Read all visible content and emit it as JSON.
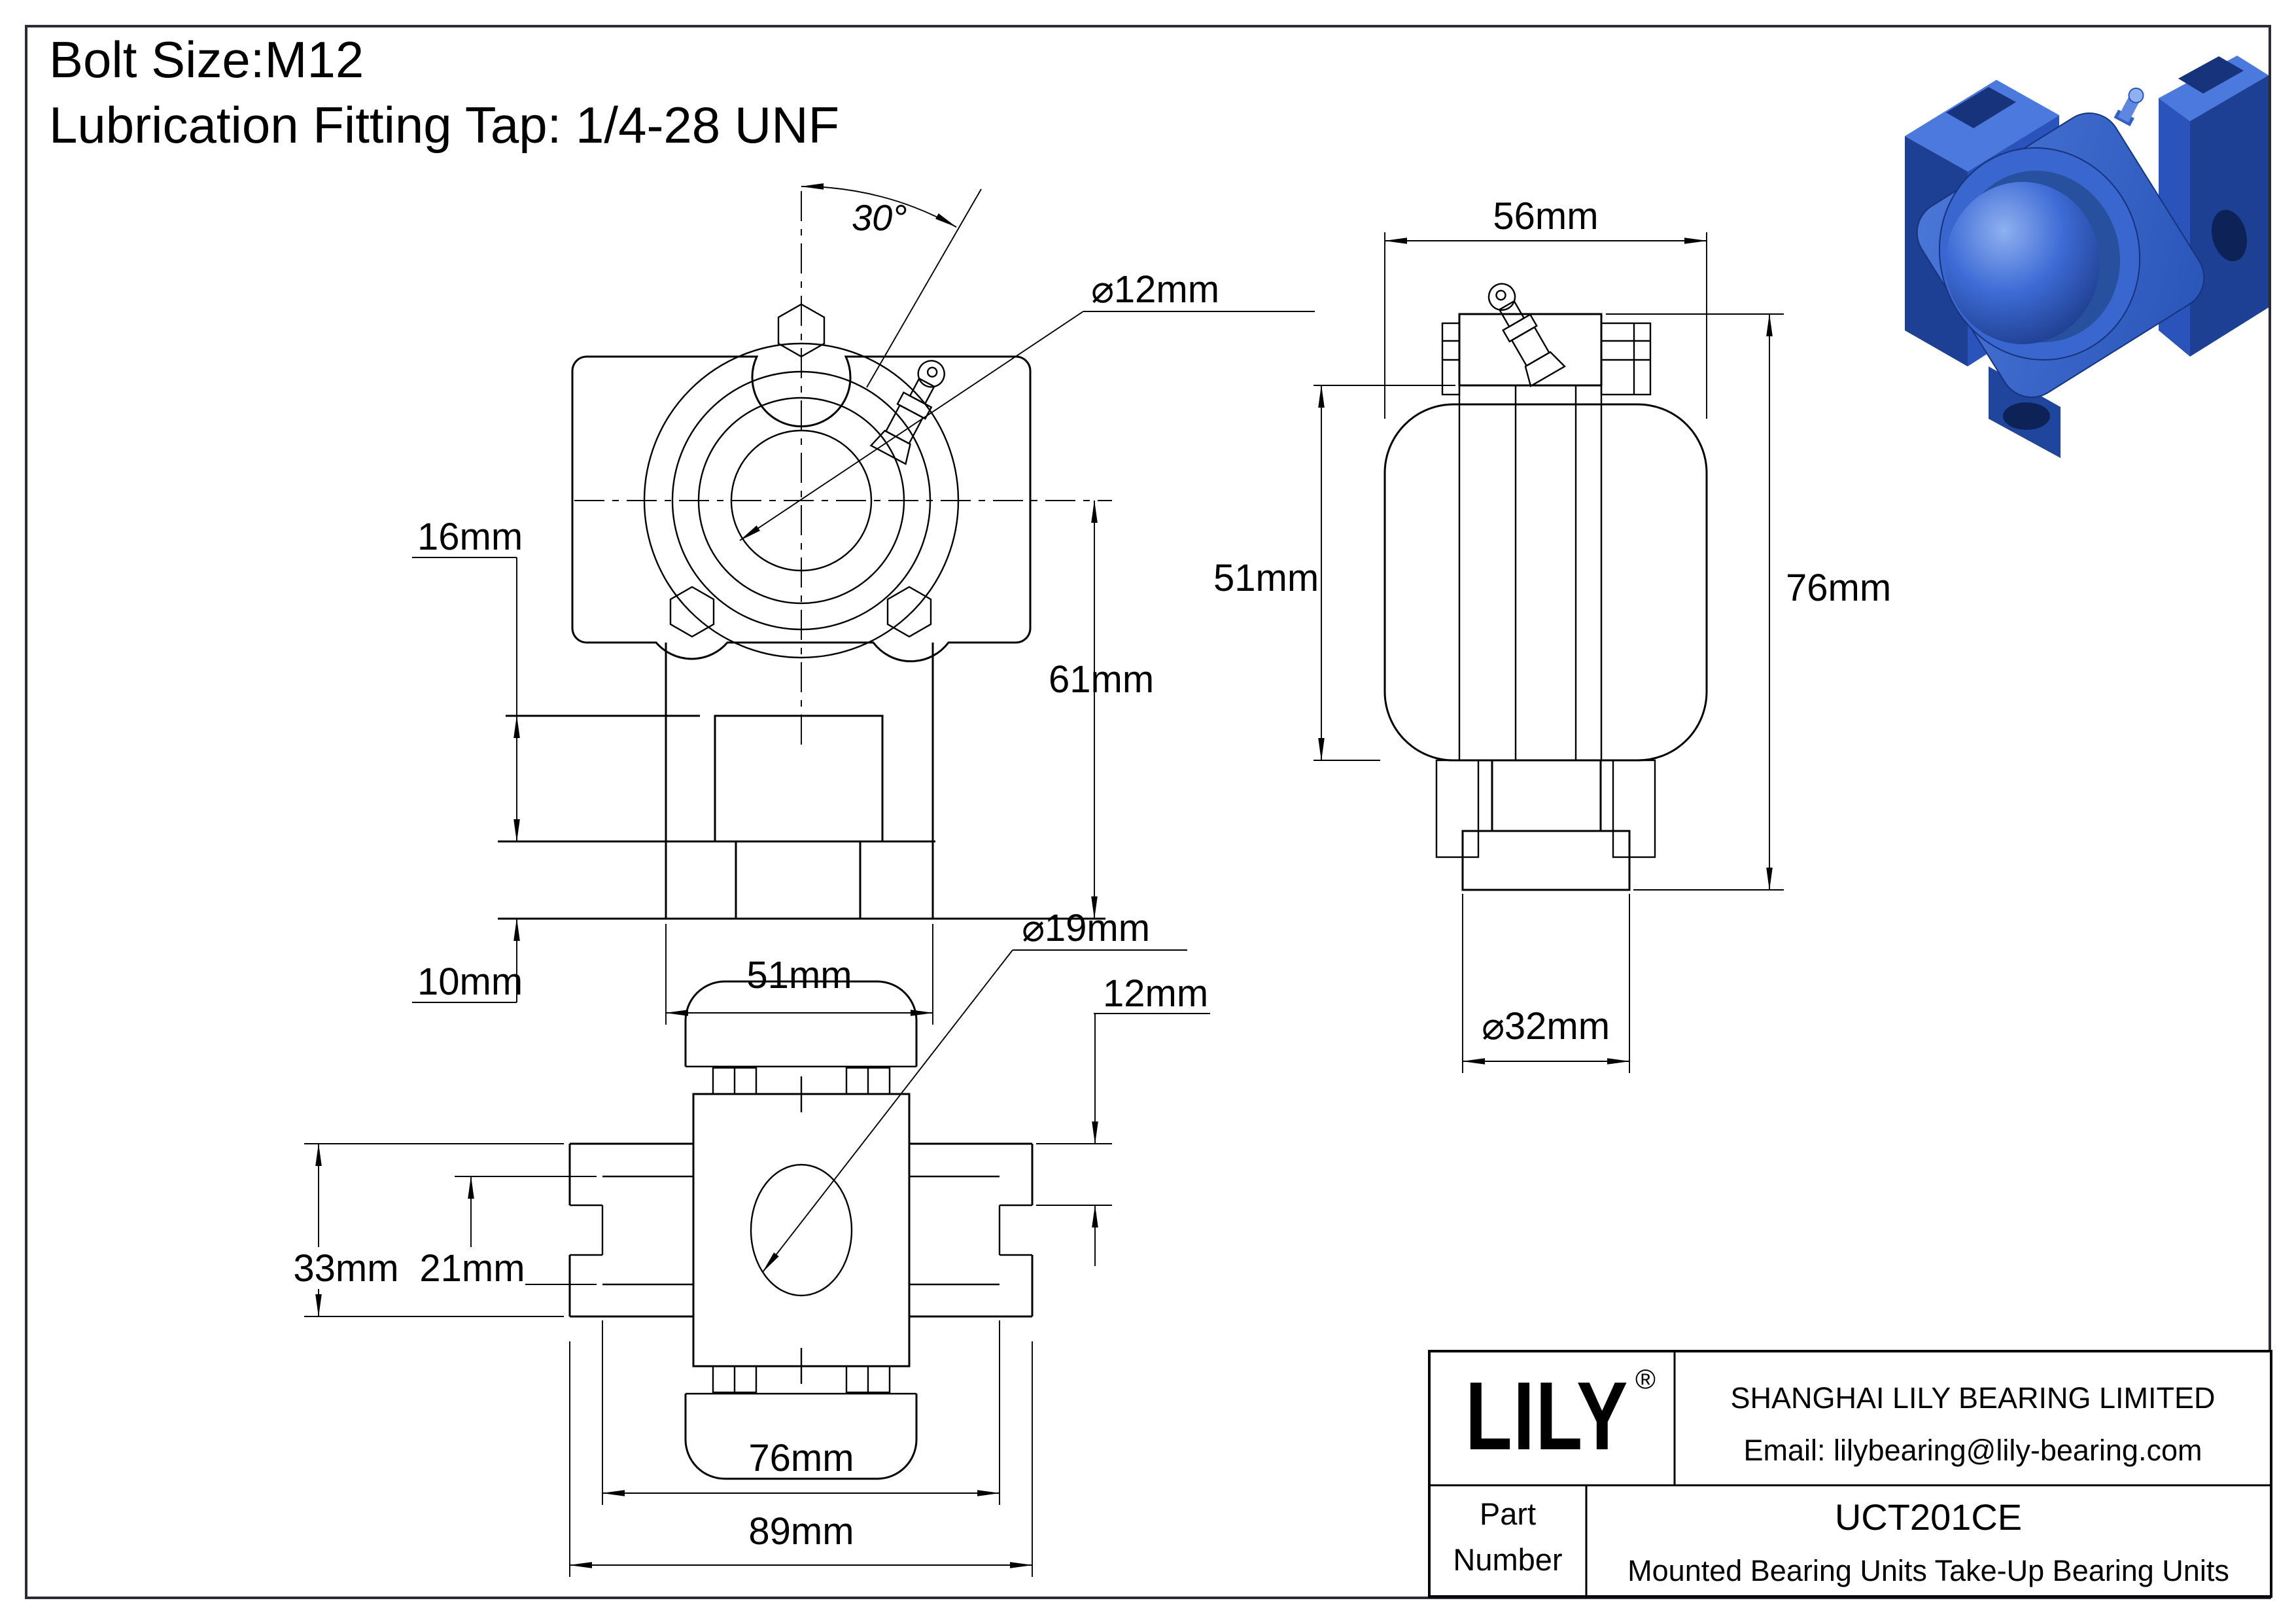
{
  "header": {
    "bolt_size": "Bolt Size:M12",
    "lubrication": "Lubrication Fitting Tap: 1/4-28 UNF"
  },
  "front_view": {
    "angle": "30°",
    "bore_dia": "⌀12mm",
    "slide_height": "16mm",
    "center_height": "61mm",
    "slot_width": "51mm",
    "base_height": "10mm"
  },
  "side_view": {
    "width": "56mm",
    "housing_height": "51mm",
    "total_height": "76mm",
    "rod_dia": "⌀32mm"
  },
  "bottom_view": {
    "bore_dia": "⌀19mm",
    "rail_height": "12mm",
    "frame_height": "33mm",
    "slot_height": "21mm",
    "bolt_spacing": "76mm",
    "overall_width": "89mm"
  },
  "title_block": {
    "logo": "LILY",
    "registered": "®",
    "company": "SHANGHAI LILY BEARING LIMITED",
    "email": "Email: lilybearing@lily-bearing.com",
    "part_label_line1": "Part",
    "part_label_line2": "Number",
    "part_number": "UCT201CE",
    "description": "Mounted Bearing Units Take-Up Bearing Units"
  },
  "colors": {
    "line": "#000000",
    "frame": "#2b2b36",
    "render_blue": "#2a55b8",
    "render_dark": "#16337c",
    "render_light": "#7ba3ec"
  }
}
